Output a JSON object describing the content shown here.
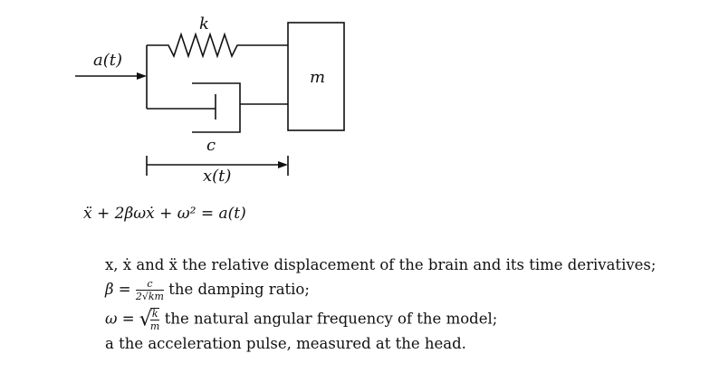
{
  "diagram": {
    "input_label": "a(t)",
    "spring_label": "k",
    "damper_label": "c",
    "mass_label": "m",
    "displacement_label": "x(t)",
    "line_color": "#111111"
  },
  "equation": "ẍ + 2βωẋ + ω² = a(t)",
  "definitions": {
    "line1": "x, ẋ and ẍ the relative displacement of the brain and its time derivatives;",
    "line2_lhs": "β =",
    "line2_frac_num": "c",
    "line2_frac_den": "2√km",
    "line2_rest": "the damping ratio;",
    "line3_lhs": "ω =",
    "line3_frac_num": "k",
    "line3_frac_den": "m",
    "line3_rest": "the natural angular frequency of the model;",
    "line4": "a the acceleration pulse, measured at the head."
  }
}
